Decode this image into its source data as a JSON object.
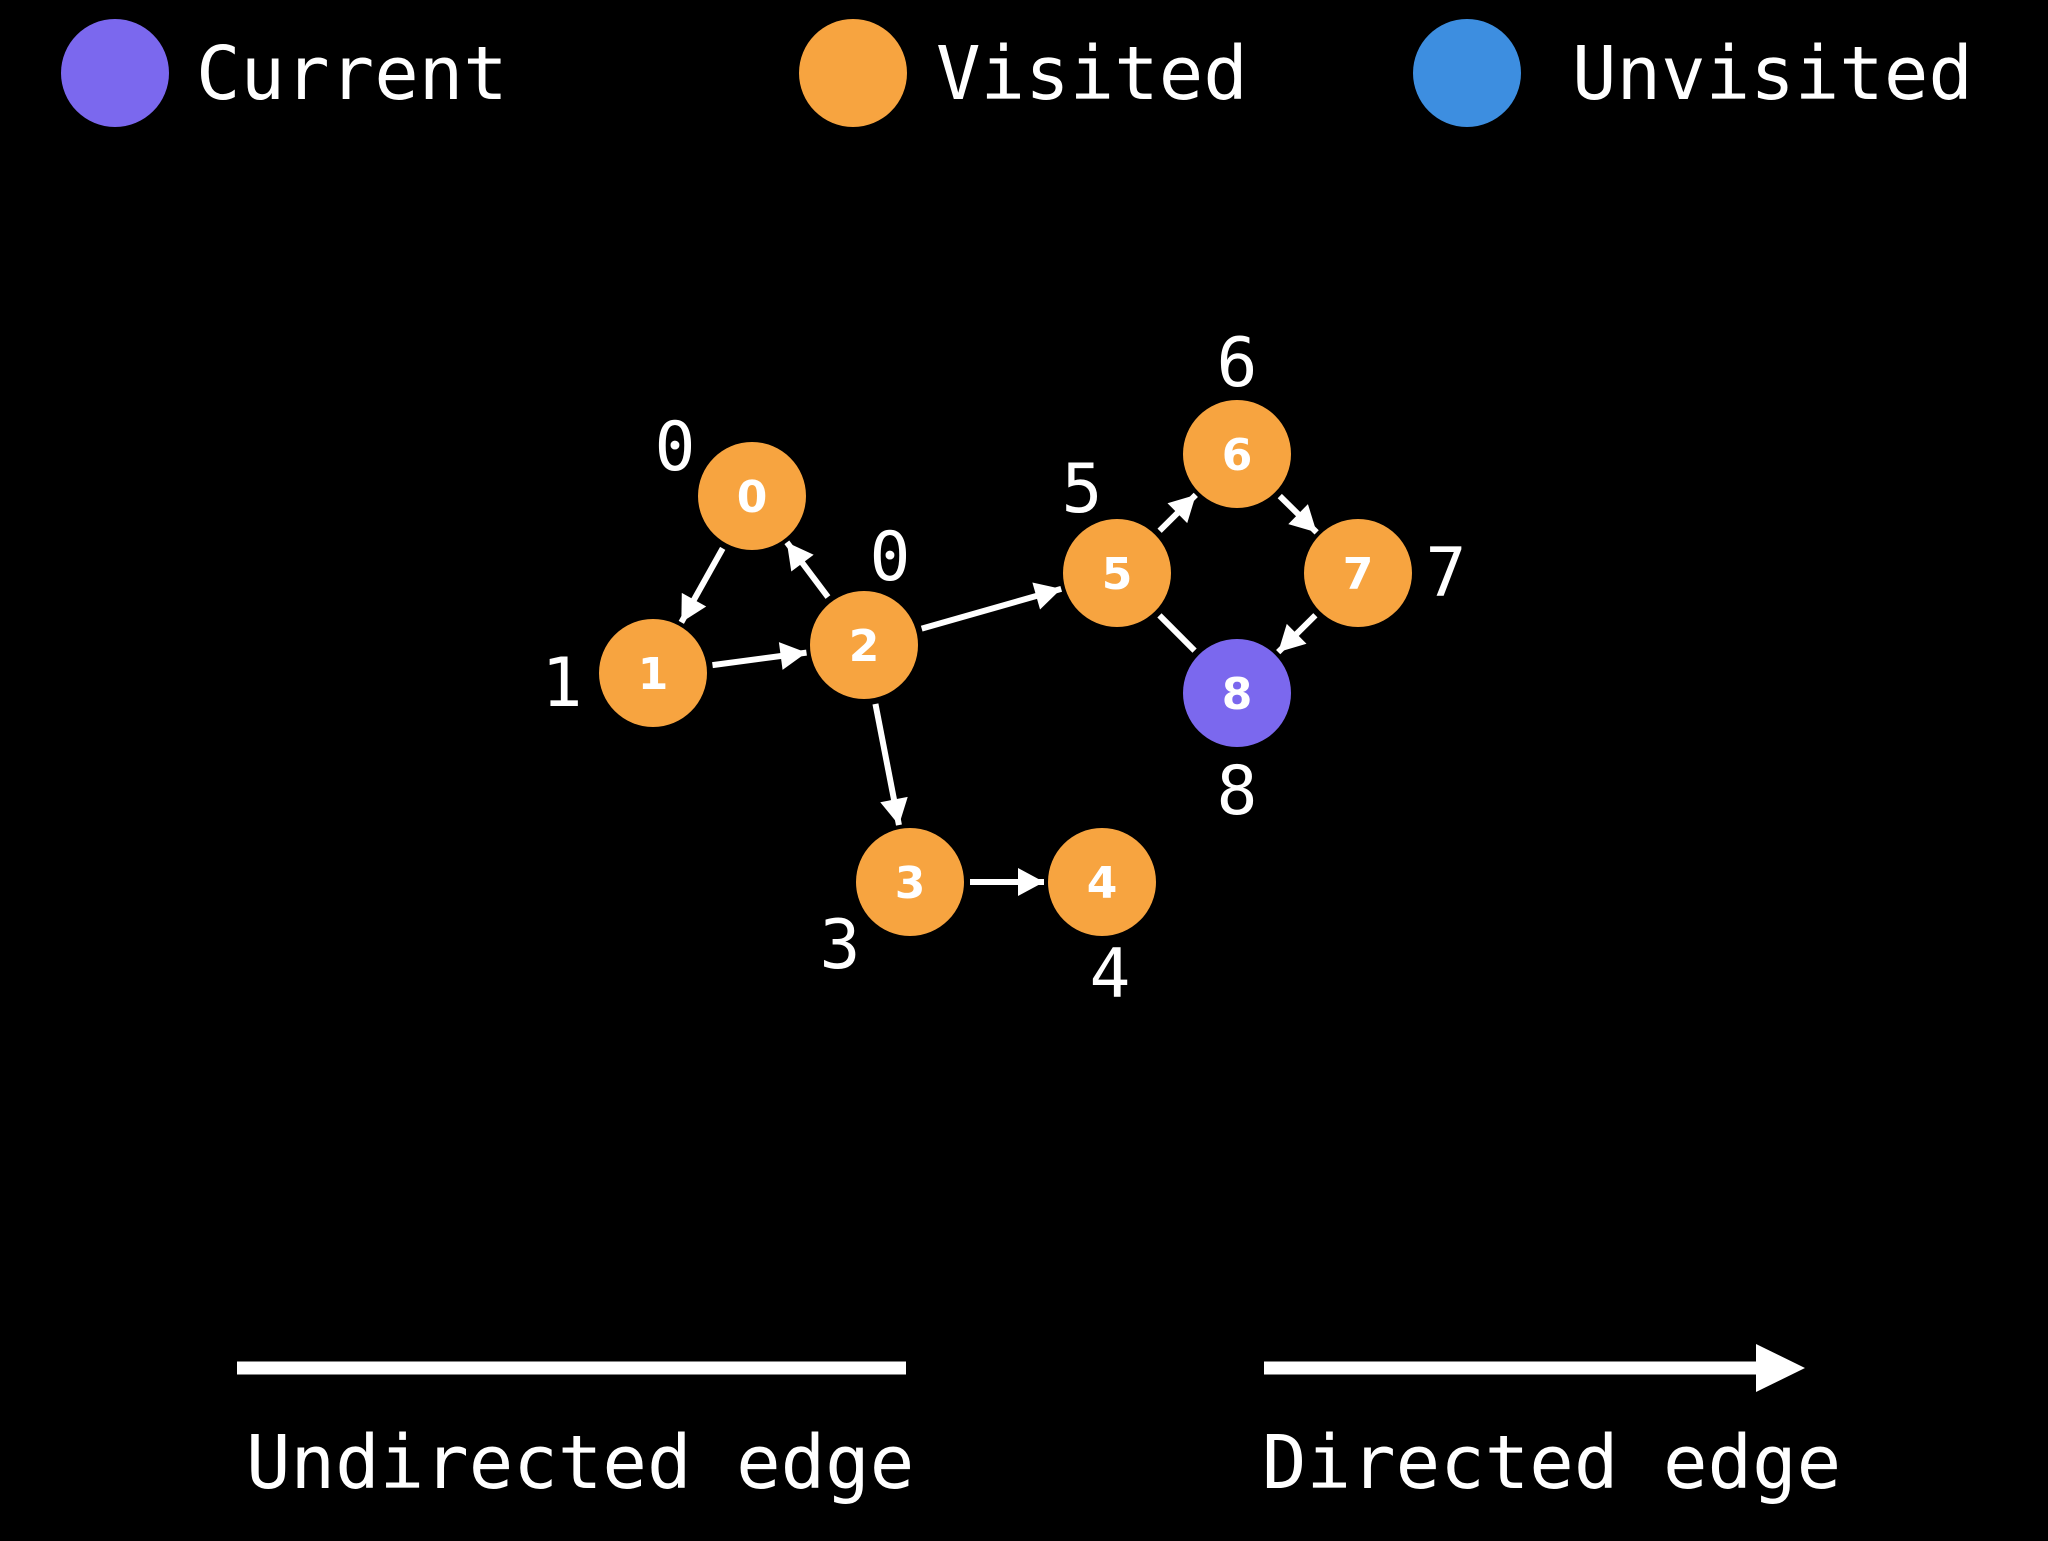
{
  "colors": {
    "background": "#000000",
    "current": "#7b68ee",
    "visited": "#f7a440",
    "unvisited": "#3d8ee0",
    "edge": "#ffffff",
    "text": "#ffffff"
  },
  "legend": {
    "current_label": "Current",
    "visited_label": "Visited",
    "unvisited_label": "Unvisited"
  },
  "edge_legend": {
    "undirected_label": "Undirected edge",
    "directed_label": "Directed edge"
  },
  "graph": {
    "nodes": [
      {
        "id": "0",
        "label": "0",
        "state": "visited",
        "order": "0"
      },
      {
        "id": "1",
        "label": "1",
        "state": "visited",
        "order": "1"
      },
      {
        "id": "2",
        "label": "2",
        "state": "visited",
        "order": "0"
      },
      {
        "id": "3",
        "label": "3",
        "state": "visited",
        "order": "3"
      },
      {
        "id": "4",
        "label": "4",
        "state": "visited",
        "order": "4"
      },
      {
        "id": "5",
        "label": "5",
        "state": "visited",
        "order": "5"
      },
      {
        "id": "6",
        "label": "6",
        "state": "visited",
        "order": "6"
      },
      {
        "id": "7",
        "label": "7",
        "state": "visited",
        "order": "7"
      },
      {
        "id": "8",
        "label": "8",
        "state": "current",
        "order": "8"
      }
    ],
    "edges": [
      {
        "from": "0",
        "to": "1",
        "directed": true
      },
      {
        "from": "1",
        "to": "2",
        "directed": true
      },
      {
        "from": "2",
        "to": "0",
        "directed": true
      },
      {
        "from": "2",
        "to": "3",
        "directed": true
      },
      {
        "from": "2",
        "to": "5",
        "directed": true
      },
      {
        "from": "3",
        "to": "4",
        "directed": true
      },
      {
        "from": "5",
        "to": "6",
        "directed": true
      },
      {
        "from": "6",
        "to": "7",
        "directed": true
      },
      {
        "from": "7",
        "to": "8",
        "directed": true
      },
      {
        "from": "5",
        "to": "8",
        "directed": false
      }
    ]
  }
}
